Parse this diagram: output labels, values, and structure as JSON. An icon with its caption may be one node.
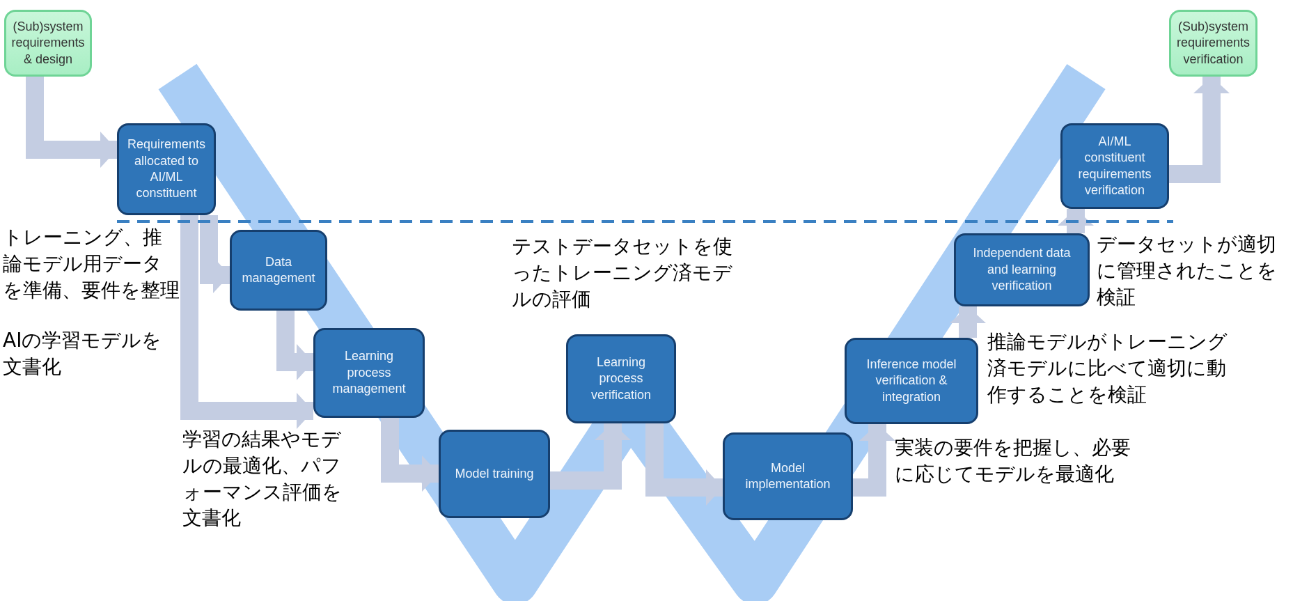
{
  "diagram": {
    "nodes": [
      {
        "text": [
          "(Sub)system requirements & design"
        ]
      },
      {
        "text": [
          "Requirements allocated to AI/ML constituent"
        ]
      },
      {
        "text": [
          "Data management"
        ]
      },
      {
        "text": [
          "Learning process management"
        ]
      },
      {
        "text": [
          "Model training"
        ]
      },
      {
        "text": [
          "Learning process verification"
        ]
      },
      {
        "text": [
          "Model implementation"
        ]
      },
      {
        "text": [
          "Inference model verification & integration"
        ]
      },
      {
        "text": [
          "Independent data and learning verification"
        ]
      },
      {
        "text": [
          "AI/ML constituent requirements verification"
        ]
      },
      {
        "text": [
          "(Sub)system requirements verification"
        ]
      }
    ],
    "edges": [
      {
        "from": 0,
        "to": 1,
        "arrow": "to"
      },
      {
        "from": 1,
        "to": 2,
        "arrow": "to"
      },
      {
        "from": 2,
        "to": 3,
        "arrow": "to"
      },
      {
        "from": 1,
        "to": 3,
        "arrow": "to"
      },
      {
        "from": 3,
        "to": 4,
        "arrow": "to"
      },
      {
        "from": 4,
        "to": 5,
        "arrow": "to"
      },
      {
        "from": 5,
        "to": 6,
        "arrow": "to"
      },
      {
        "from": 6,
        "to": 7,
        "arrow": "to"
      },
      {
        "from": 7,
        "to": 8,
        "arrow": "to"
      },
      {
        "from": 8,
        "to": 9,
        "arrow": "to"
      },
      {
        "from": 9,
        "to": 10,
        "arrow": "to"
      }
    ],
    "labels": [
      "トレーニング、推論モデル用データを準備、要件を整理",
      "AIの学習モデルを文書化",
      "学習の結果やモデルの最適化、パフォーマンス評価を文書化",
      "テストデータセットを使ったトレーニング済モデルの評価",
      "データセットが適切に管理されたことを検証",
      "推論モデルがトレーニング済モデルに比べて適切に動作することを検証",
      "実装の要件を把握し、必要に応じてモデルを最適化"
    ]
  }
}
